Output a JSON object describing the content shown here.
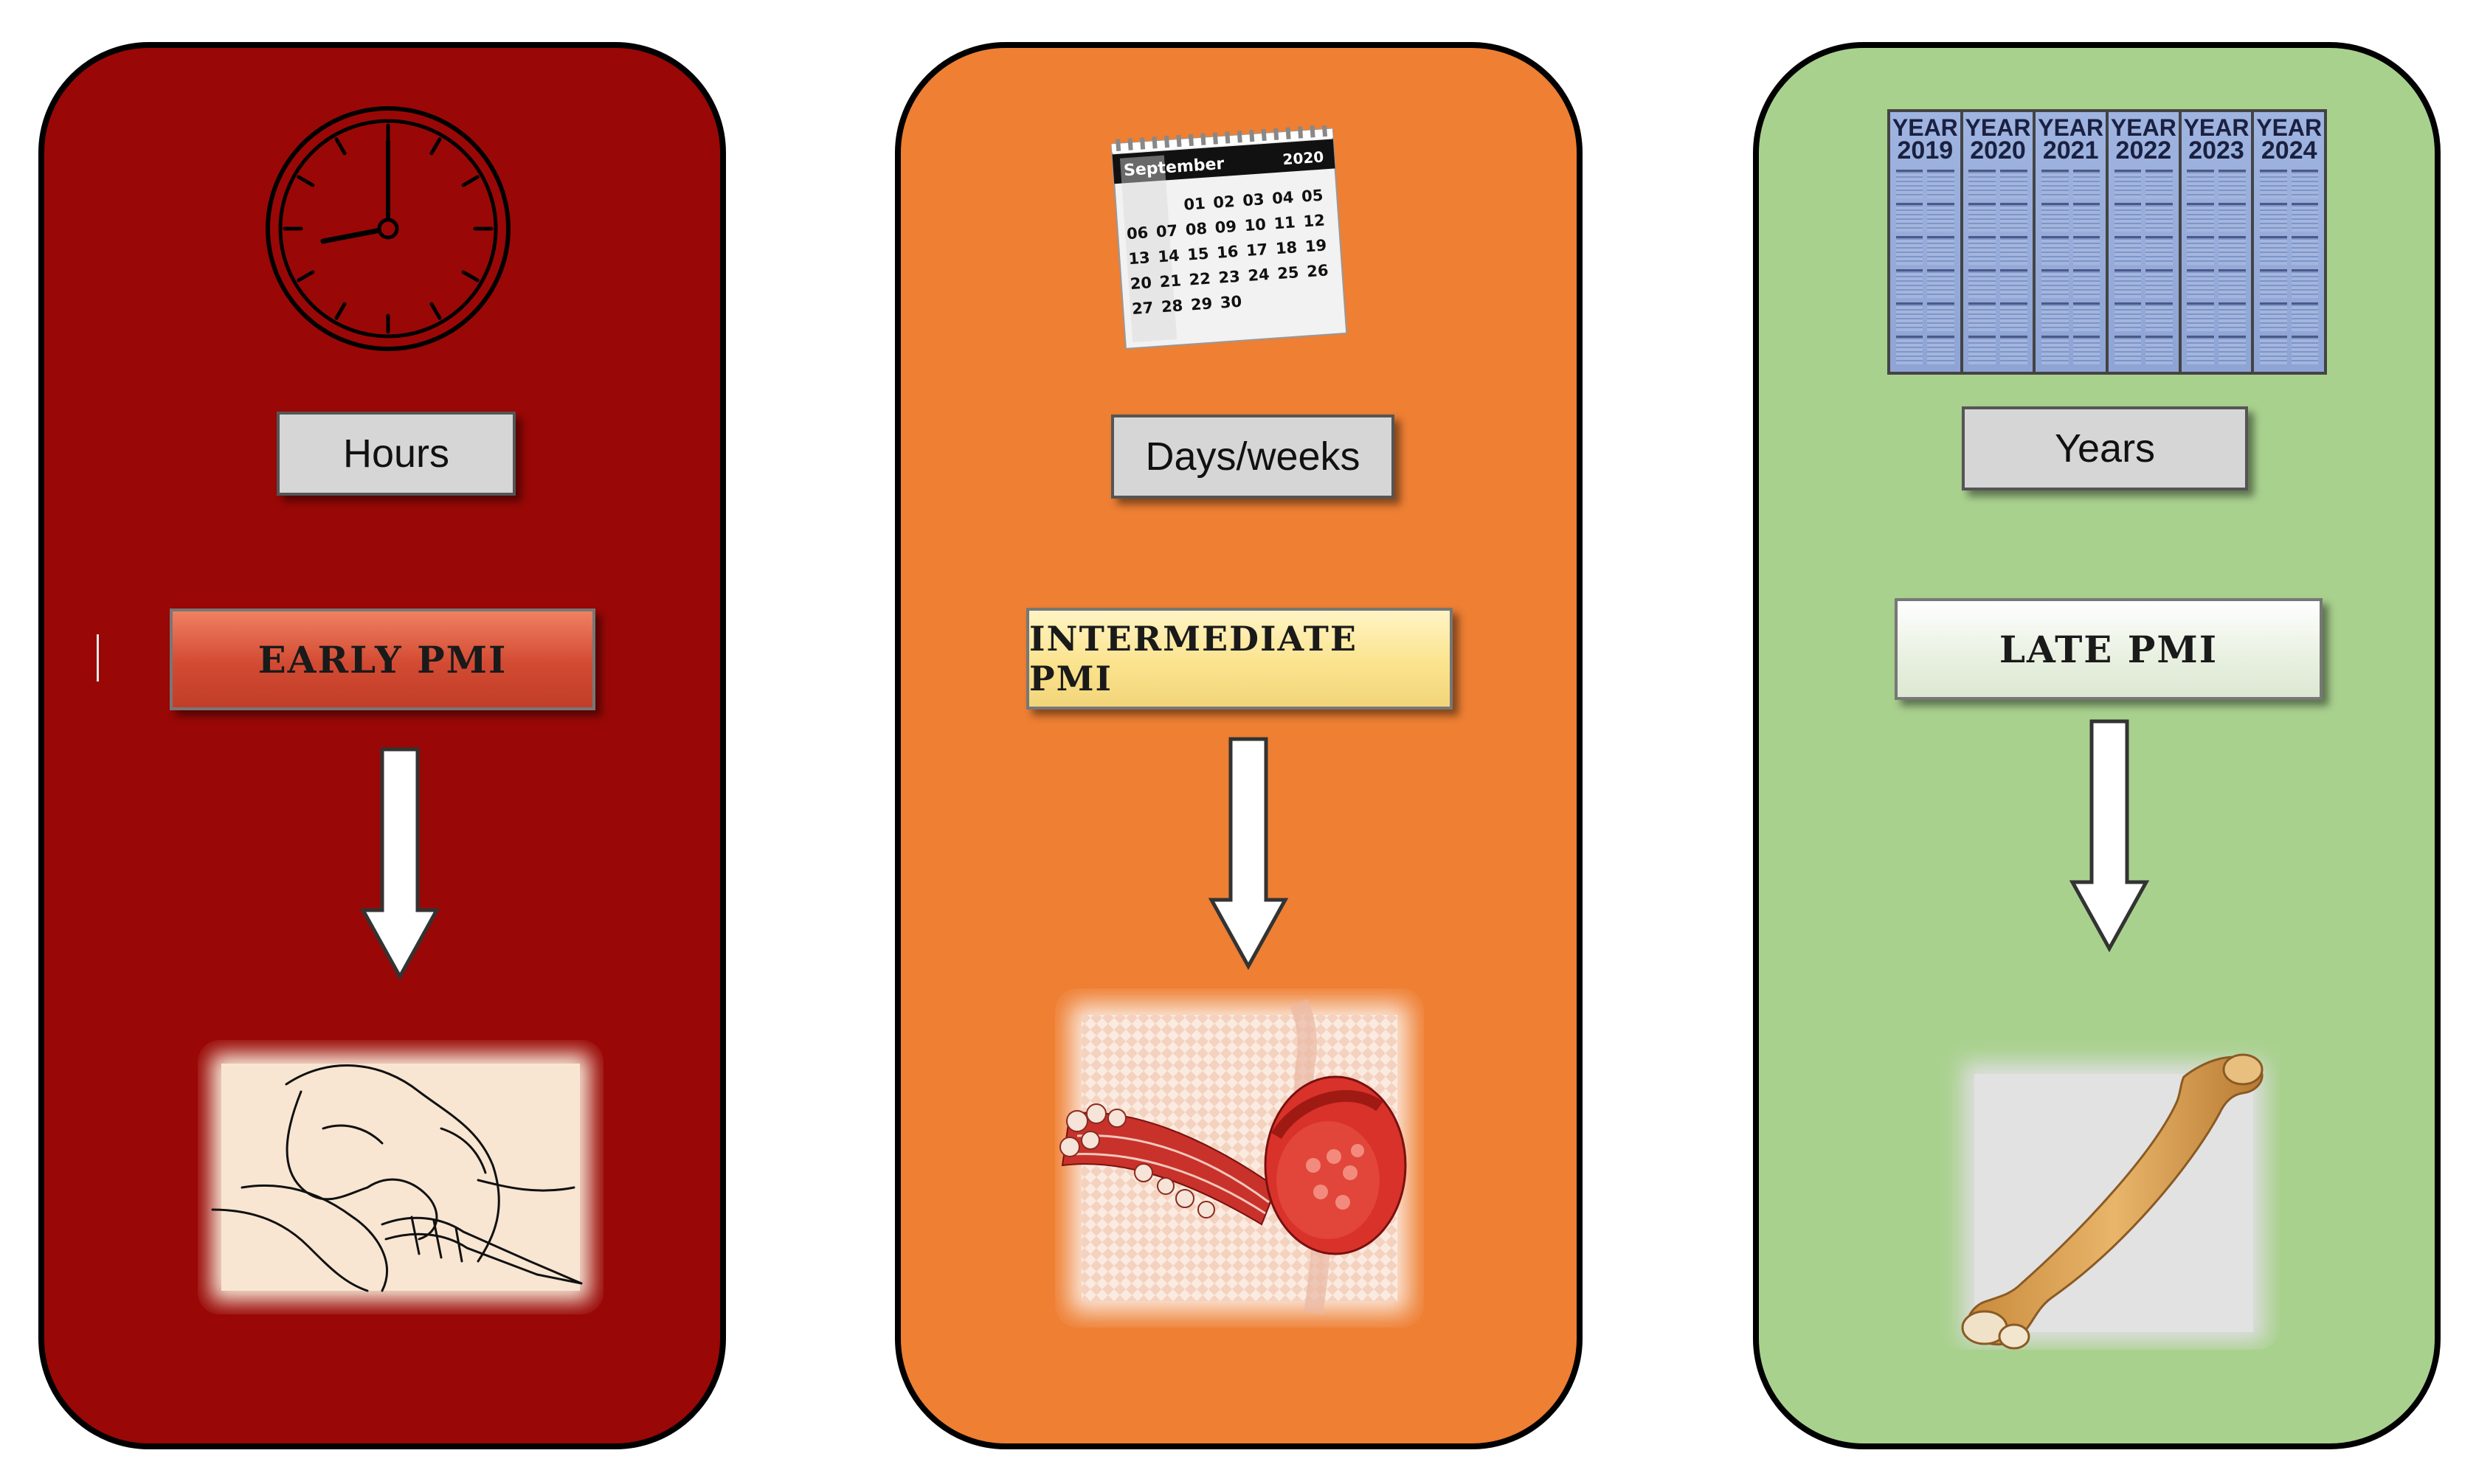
{
  "stages": [
    {
      "time_label": "Hours",
      "stage_label": "EARLY PMI",
      "color": "#990806",
      "icon": "clock-icon",
      "image": "injection-illustration"
    },
    {
      "time_label": "Days/weeks",
      "stage_label": "INTERMEDIATE PMI",
      "color": "#ee7f33",
      "icon": "calendar-icon",
      "image": "muscle-tissue-illustration"
    },
    {
      "time_label": "Years",
      "stage_label": "LATE PMI",
      "color": "#a9d18e",
      "icon": "multi-year-calendar-icon",
      "image": "femur-bone-illustration"
    }
  ],
  "calendar": {
    "month": "September",
    "year": "2020",
    "days": [
      "01",
      "02",
      "03",
      "04",
      "05",
      "06",
      "07",
      "08",
      "09",
      "10",
      "11",
      "12",
      "13",
      "14",
      "15",
      "16",
      "17",
      "18",
      "19",
      "20",
      "21",
      "22",
      "23",
      "24",
      "25",
      "26",
      "27",
      "28",
      "29",
      "30"
    ]
  },
  "year_calendars": [
    {
      "word": "YEAR",
      "year": "2019"
    },
    {
      "word": "YEAR",
      "year": "2020"
    },
    {
      "word": "YEAR",
      "year": "2021"
    },
    {
      "word": "YEAR",
      "year": "2022"
    },
    {
      "word": "YEAR",
      "year": "2023"
    },
    {
      "word": "YEAR",
      "year": "2024"
    }
  ]
}
